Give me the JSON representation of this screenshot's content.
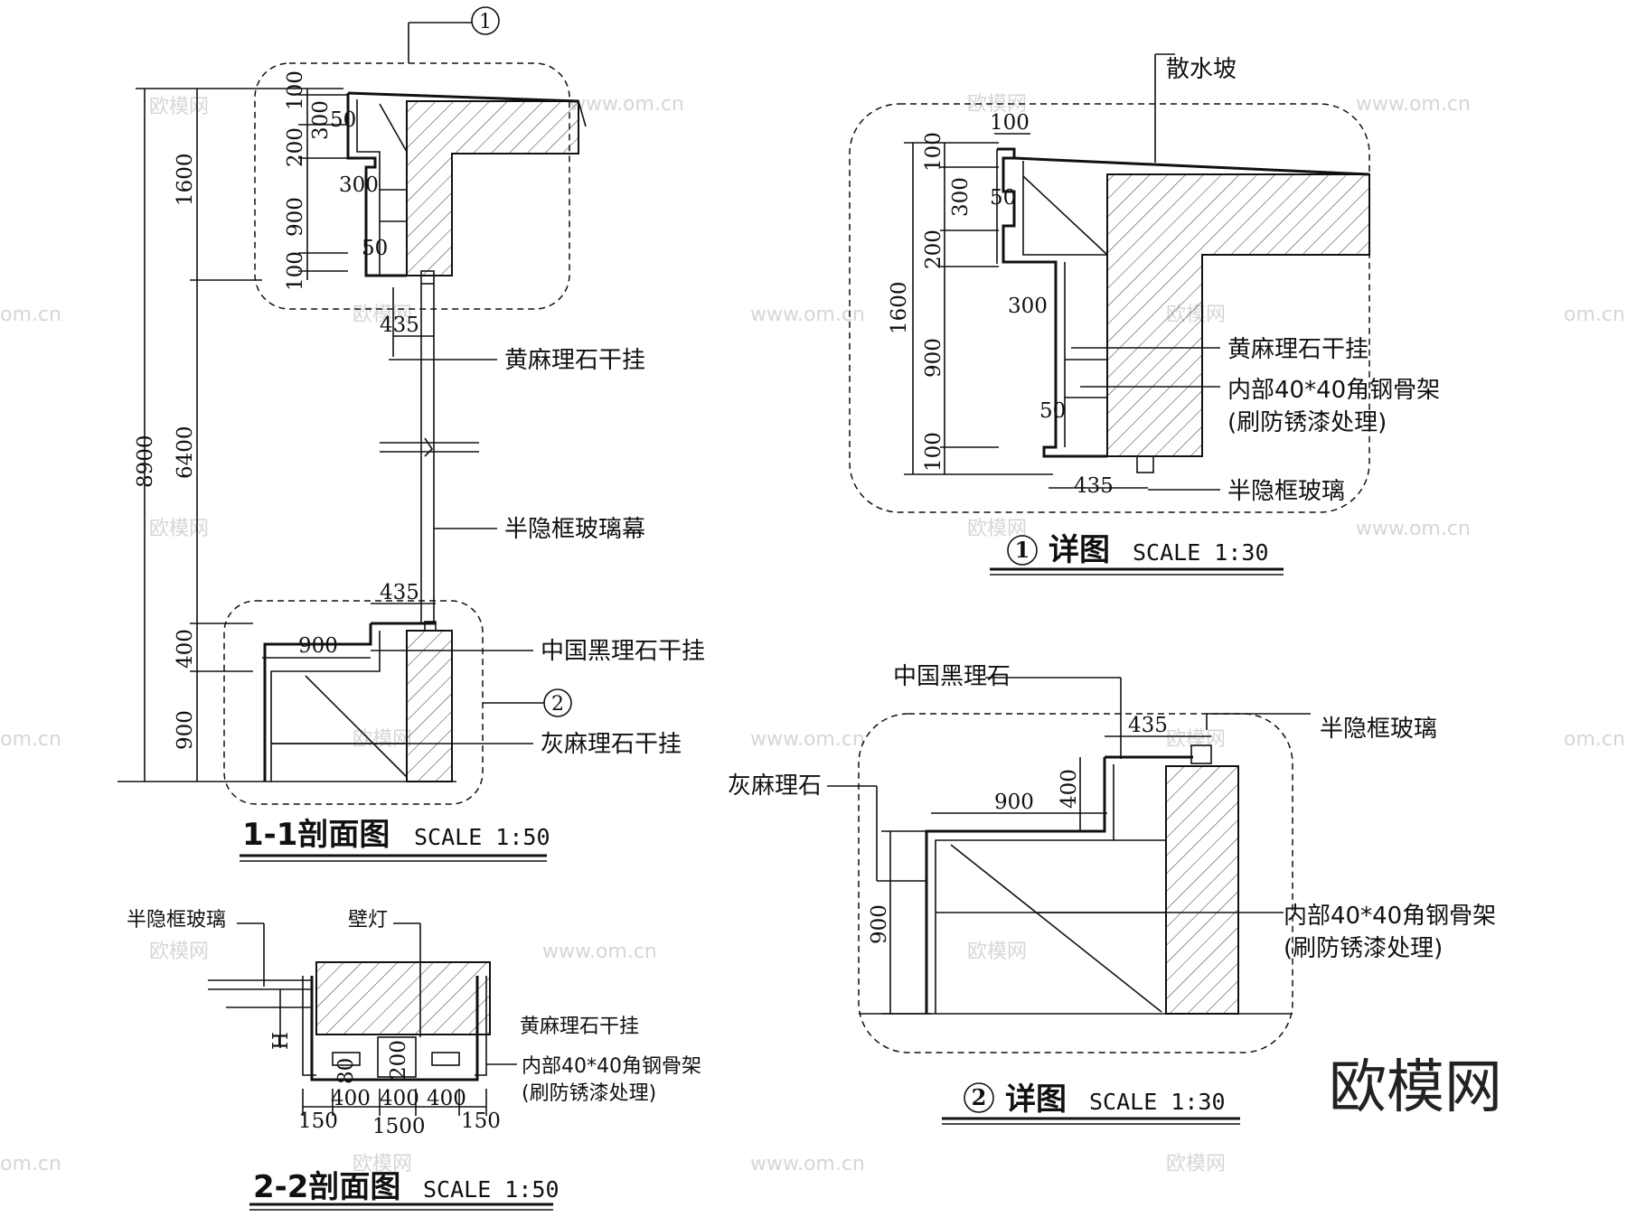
{
  "section_1_1": {
    "title": "1-1剖面图",
    "scale": "SCALE 1:50",
    "callout_1": "1",
    "callout_2": "2",
    "dims": {
      "d100_top": "100",
      "d300": "300",
      "d50_a": "50",
      "d200": "200",
      "d300_b": "300",
      "d900": "900",
      "d50_b": "50",
      "d100_bot": "100",
      "d1600": "1600",
      "d435_a": "435",
      "d8900": "8900",
      "d6400": "6400",
      "d435_b": "435",
      "d400": "400",
      "d900_w": "900",
      "d900_h": "900"
    },
    "labels": {
      "yellow_marble": "黄麻理石干挂",
      "glass_curtain": "半隐框玻璃幕",
      "black_marble": "中国黑理石干挂",
      "grey_marble": "灰麻理石干挂"
    }
  },
  "detail_1": {
    "title": "详图",
    "scale": "SCALE 1:30",
    "callout": "1",
    "dims": {
      "d100_top": "100",
      "d100_v": "100",
      "d300": "300",
      "d50_a": "50",
      "d200": "200",
      "d300_b": "300",
      "d1600": "1600",
      "d900": "900",
      "d50_b": "50",
      "d100_bot": "100",
      "d435": "435"
    },
    "labels": {
      "apron": "散水坡",
      "yellow_marble": "黄麻理石干挂",
      "steel_frame": "内部40*40角钢骨架",
      "rust_treat": "(刷防锈漆处理)",
      "glass": "半隐框玻璃"
    }
  },
  "detail_2": {
    "title": "详图",
    "scale": "SCALE 1:30",
    "callout": "2",
    "dims": {
      "d435": "435",
      "d400": "400",
      "d900_w": "900",
      "d900_h": "900"
    },
    "labels": {
      "black_marble": "中国黑理石",
      "glass": "半隐框玻璃",
      "grey_marble": "灰麻理石",
      "steel_frame": "内部40*40角钢骨架",
      "rust_treat": "(刷防锈漆处理)"
    }
  },
  "section_2_2": {
    "title": "2-2剖面图",
    "scale": "SCALE 1:50",
    "dims": {
      "d400_a": "400",
      "d400_b": "400",
      "d400_c": "400",
      "d150_a": "150",
      "d1500": "1500",
      "d150_b": "150",
      "d80": "80",
      "d200": "200",
      "dH": "H"
    },
    "labels": {
      "glass": "半隐框玻璃",
      "wall_lamp": "壁灯",
      "yellow_marble": "黄麻理石干挂",
      "steel_frame": "内部40*40角钢骨架",
      "rust_treat": "(刷防锈漆处理)"
    }
  },
  "watermark": {
    "brand": "欧模网",
    "site": "www.om.cn",
    "short": "欧模网",
    "domain_frag": "om.cn"
  },
  "colors": {
    "ink": "#111111",
    "background": "#ffffff",
    "watermark": "#d6d6d6"
  }
}
